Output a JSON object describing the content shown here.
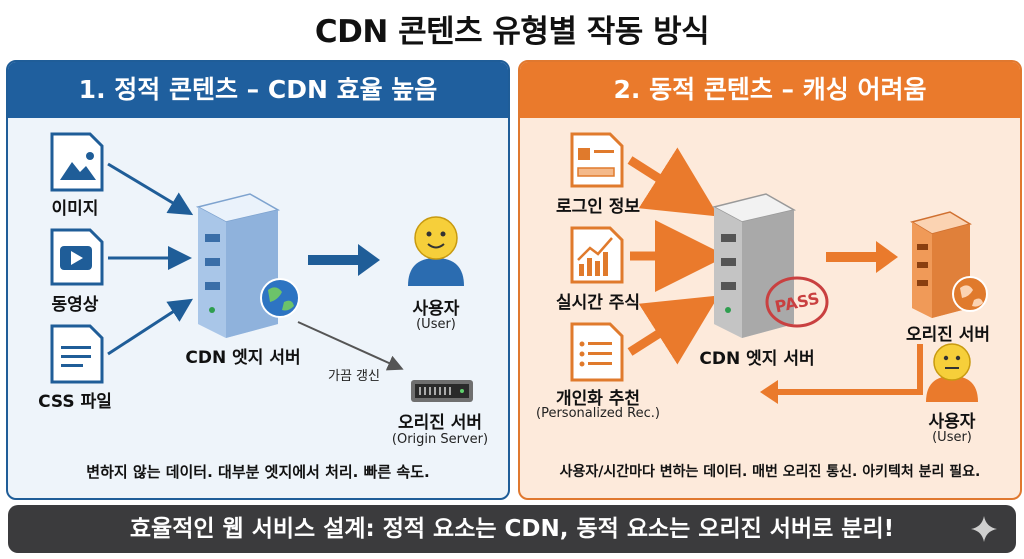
{
  "title": "CDN 콘텐츠 유형별 작동 방식",
  "left": {
    "heading": "1. 정적 콘텐츠 – CDN 효율 높음",
    "items": [
      "이미지",
      "동영상",
      "CSS 파일"
    ],
    "edge_label": "CDN 엣지 서버",
    "user_label": "사용자",
    "user_sub": "(User)",
    "refresh_label": "가끔 갱신",
    "origin_label": "오리진 서버",
    "origin_sub": "(Origin Server)",
    "footer": "변하지 않는 데이터. 대부분 엣지에서 처리. 빠른 속도."
  },
  "right": {
    "heading": "2. 동적 콘텐츠 – 캐싱 어려움",
    "items": [
      "로그인 정보",
      "실시간 주식",
      "개인화 추천"
    ],
    "item_sub": "(Personalized Rec.)",
    "edge_label": "CDN 엣지 서버",
    "stamp": "PASS",
    "origin_label": "오리진 서버",
    "user_label": "사용자",
    "user_sub": "(User)",
    "footer": "사용자/시간마다 변하는 데이터. 매번 오리진 통신. 아키텍처 분리 필요."
  },
  "banner": "효율적인 웹 서비스 설계: 정적 요소는 CDN, 동적 요소는 오리진 서버로 분리!",
  "colors": {
    "blue": "#1f5f9e",
    "orange": "#ea7a2c",
    "banner": "#3b3b3d"
  }
}
